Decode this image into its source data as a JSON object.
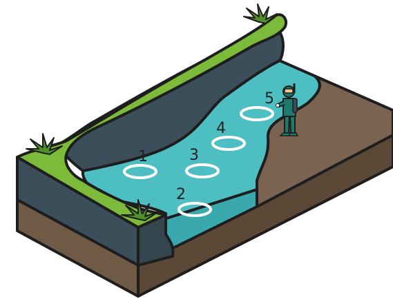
{
  "colors": {
    "outline": "#1e1e1e",
    "water": "#4dbec2",
    "water_edge": "#3aa9ad",
    "grass": "#7cbb3a",
    "grass_dark": "#5e9a2a",
    "rock": "#3b4f5a",
    "rock_side": "#34474f",
    "soil": "#6f5a45",
    "soil_dark": "#5b4837",
    "sand": "#7a6350",
    "diver_suit": "#1f7a6e",
    "diver_skin": "#e8c49a",
    "plant": "#4f8f2a",
    "ring": "#ffffff"
  },
  "markers": [
    {
      "label": "1"
    },
    {
      "label": "2"
    },
    {
      "label": "3"
    },
    {
      "label": "4"
    },
    {
      "label": "5"
    }
  ],
  "figure": {
    "icon": "diver-with-mask-and-snorkel"
  },
  "plants": {
    "icon": "grass-tuft"
  }
}
